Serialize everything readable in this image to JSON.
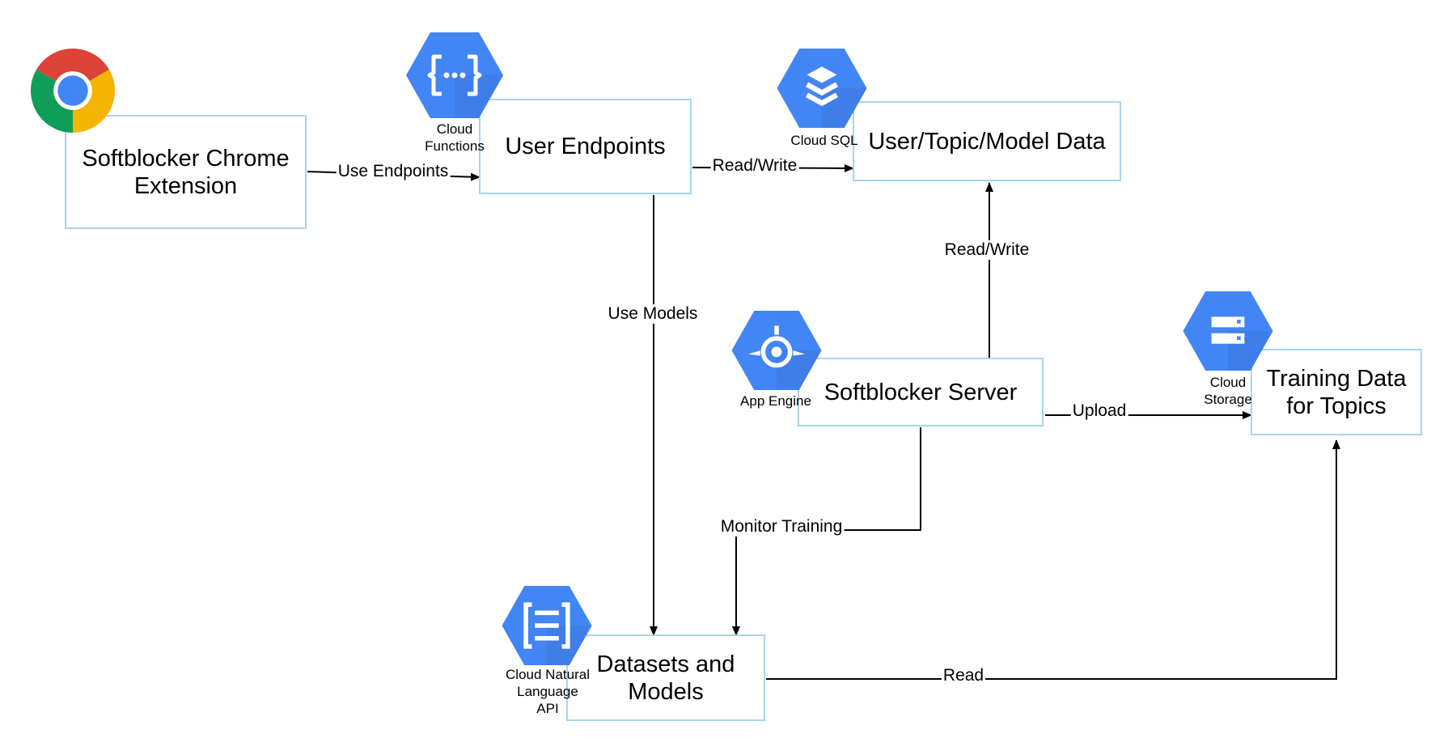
{
  "nodes": {
    "chrome_ext": "Softblocker Chrome\nExtension",
    "user_endpoints": "User Endpoints",
    "user_data": "User/Topic/Model Data",
    "server": "Softblocker Server",
    "training_data": "Training Data\nfor Topics",
    "datasets": "Datasets and\nModels"
  },
  "icons": {
    "chrome": "chrome-icon",
    "cloud_functions": {
      "icon": "cloud-functions-icon",
      "label": "Cloud\nFunctions"
    },
    "cloud_sql": {
      "icon": "cloud-sql-icon",
      "label": "Cloud SQL"
    },
    "app_engine": {
      "icon": "app-engine-icon",
      "label": "App Engine"
    },
    "cloud_storage": {
      "icon": "cloud-storage-icon",
      "label": "Cloud\nStorage"
    },
    "natural_language": {
      "icon": "natural-language-icon",
      "label": "Cloud Natural\nLanguage\nAPI"
    }
  },
  "edges": {
    "use_endpoints": "Use Endpoints",
    "read_write_1": "Read/Write",
    "read_write_2": "Read/Write",
    "use_models": "Use Models",
    "upload": "Upload",
    "monitor_training": "Monitor Training",
    "read": "Read"
  },
  "colors": {
    "box_border": "#a9d4ec",
    "gcp_blue": "#4285f4",
    "gcp_shadow": "#3367d6",
    "chrome_red": "#db4437",
    "chrome_yellow": "#f4b400",
    "chrome_green": "#0f9d58",
    "chrome_blue": "#4285f4"
  }
}
